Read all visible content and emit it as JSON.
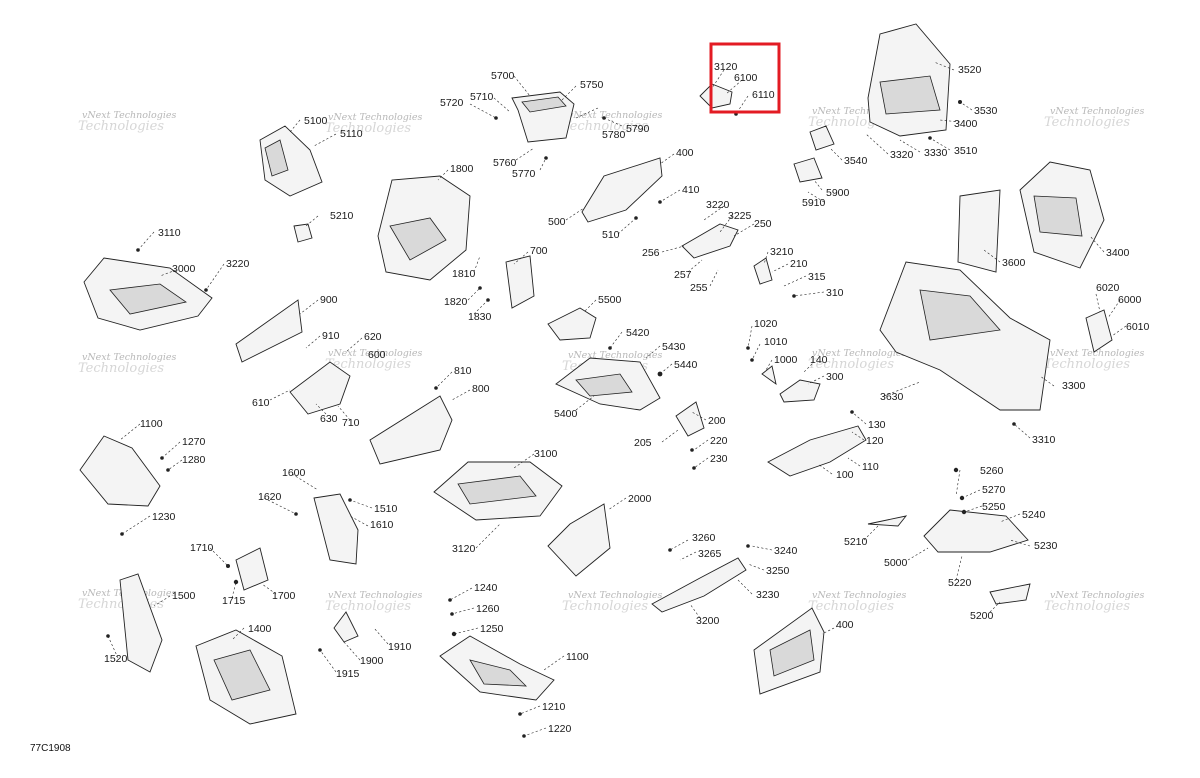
{
  "diagram_code": "77C1908",
  "highlight": {
    "color": "#e31b23"
  },
  "watermark": {
    "line1": "vNext Technologies",
    "line2": "Technologies"
  },
  "labels": [
    "3120",
    "6100",
    "6110",
    "5700",
    "5750",
    "5720",
    "5710",
    "5780",
    "5790",
    "5760",
    "5770",
    "5100",
    "5110",
    "1800",
    "400",
    "410",
    "500",
    "510",
    "3520",
    "3530",
    "3400",
    "3510",
    "3330",
    "3320",
    "3540",
    "5900",
    "5910",
    "5210",
    "3110",
    "3000",
    "3220",
    "1810",
    "1820",
    "1830",
    "700",
    "3220",
    "3225",
    "250",
    "256",
    "257",
    "255",
    "3210",
    "210",
    "315",
    "310",
    "3600",
    "3400",
    "900",
    "910",
    "620",
    "600",
    "610",
    "630",
    "710",
    "5500",
    "5420",
    "5430",
    "5440",
    "5400",
    "1020",
    "1010",
    "140",
    "1000",
    "300",
    "3630",
    "3300",
    "6020",
    "6000",
    "6010",
    "3310",
    "810",
    "800",
    "200",
    "205",
    "220",
    "230",
    "130",
    "120",
    "110",
    "100",
    "1100",
    "1270",
    "1280",
    "1230",
    "1600",
    "1620",
    "1510",
    "1610",
    "3100",
    "3120",
    "2000",
    "5260",
    "5270",
    "5250",
    "5240",
    "5230",
    "5210",
    "5000",
    "5220",
    "5200",
    "1710",
    "1715",
    "1700",
    "1500",
    "1520",
    "1400",
    "1240",
    "1260",
    "1250",
    "1100",
    "1210",
    "1220",
    "1910",
    "1900",
    "1915",
    "3260",
    "3265",
    "3240",
    "3250",
    "3230",
    "3200",
    "400"
  ]
}
